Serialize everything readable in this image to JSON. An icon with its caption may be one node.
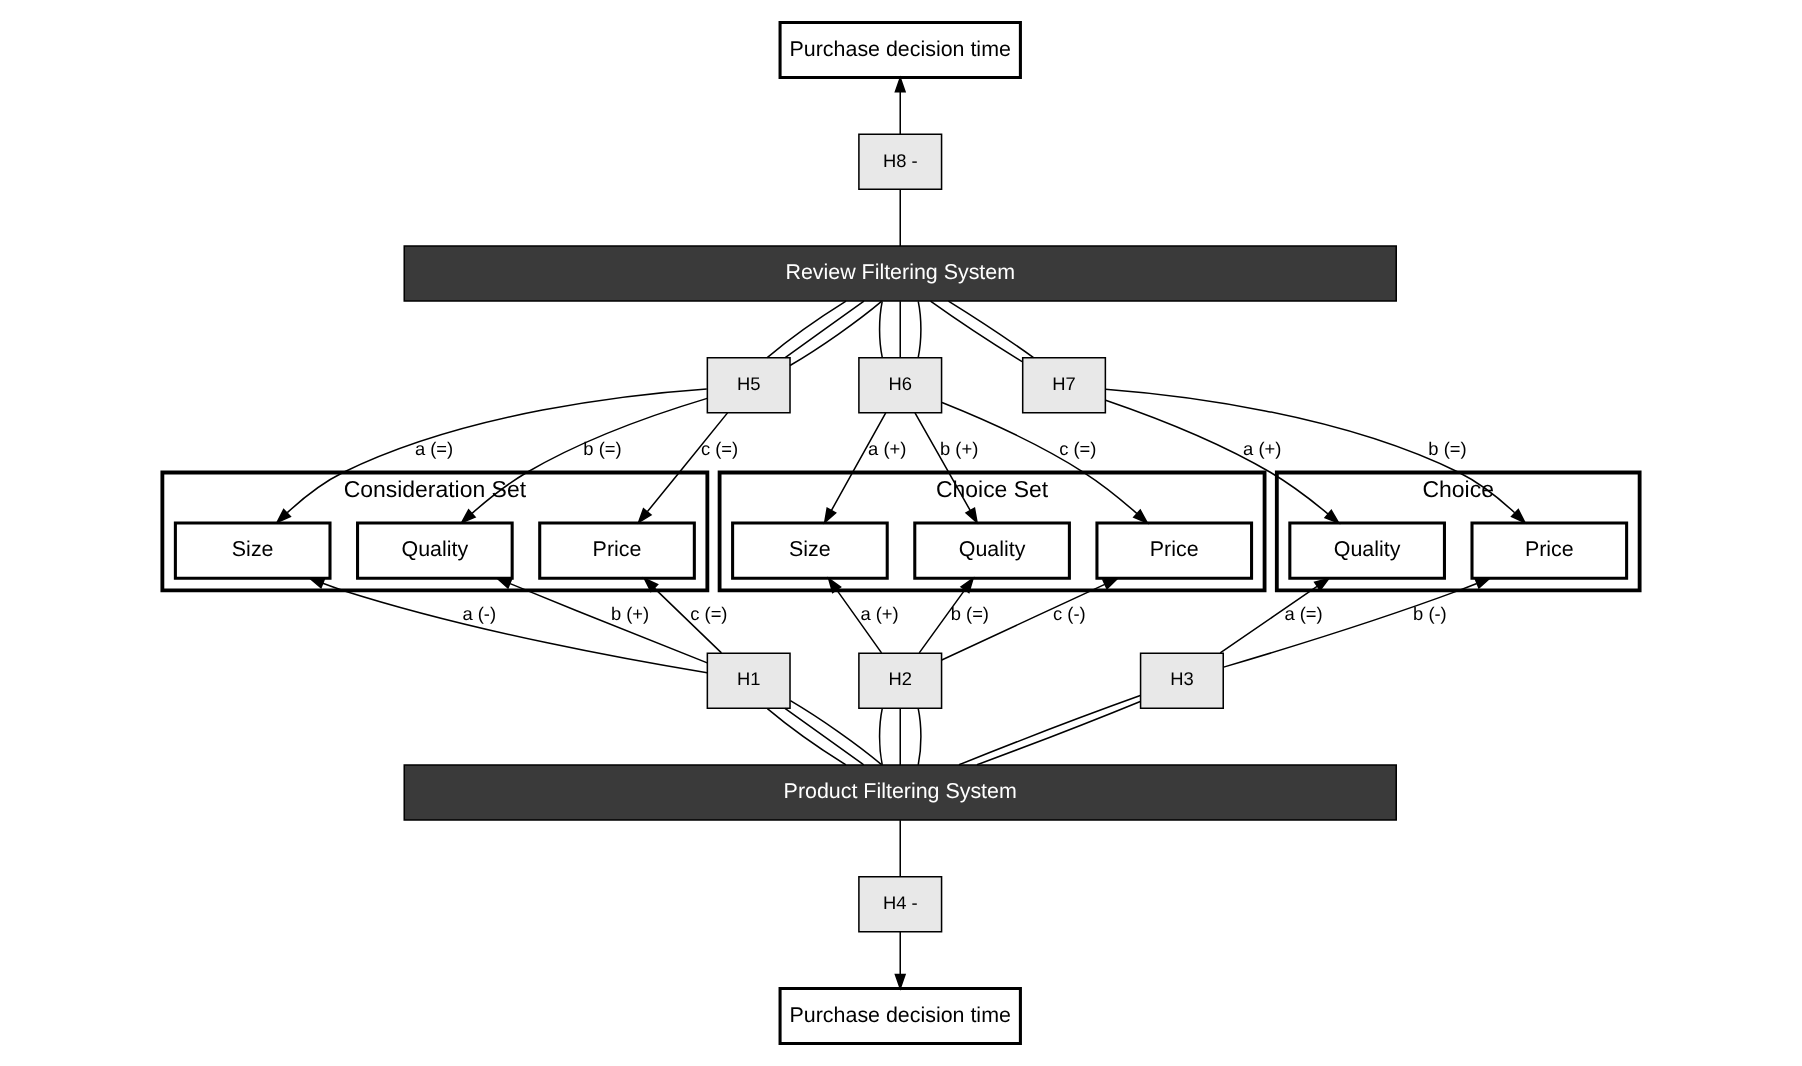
{
  "diagram": {
    "nodes": [
      {
        "text": [
          "Purchase decision time"
        ]
      },
      {
        "text": [
          "H8 -"
        ]
      },
      {
        "text": [
          "Review Filtering System"
        ]
      },
      {
        "text": [
          "H5"
        ]
      },
      {
        "text": [
          "H6"
        ]
      },
      {
        "text": [
          "H7"
        ]
      },
      {
        "text": [
          "Consideration Set"
        ]
      },
      {
        "text": [
          "Size"
        ],
        "in": 6
      },
      {
        "text": [
          "Quality"
        ],
        "in": 6
      },
      {
        "text": [
          "Price"
        ],
        "in": 6
      },
      {
        "text": [
          "Choice Set"
        ]
      },
      {
        "text": [
          "Size"
        ],
        "in": 10
      },
      {
        "text": [
          "Quality"
        ],
        "in": 10
      },
      {
        "text": [
          "Price"
        ],
        "in": 10
      },
      {
        "text": [
          "Choice"
        ]
      },
      {
        "text": [
          "Quality"
        ],
        "in": 14
      },
      {
        "text": [
          "Price"
        ],
        "in": 14
      },
      {
        "text": [
          "H1"
        ]
      },
      {
        "text": [
          "H2"
        ]
      },
      {
        "text": [
          "H3"
        ]
      },
      {
        "text": [
          "Product Filtering System"
        ]
      },
      {
        "text": [
          "H4 -"
        ]
      },
      {
        "text": [
          "Purchase decision time"
        ]
      }
    ],
    "edges": [
      {
        "from": 2,
        "to": 1,
        "arrow": "none"
      },
      {
        "from": 1,
        "to": 0,
        "arrow": "to"
      },
      {
        "from": 2,
        "to": 3,
        "arrow": "none"
      },
      {
        "from": 2,
        "to": 3,
        "arrow": "none"
      },
      {
        "from": 2,
        "to": 3,
        "arrow": "none"
      },
      {
        "from": 3,
        "to": 7,
        "arrow": "to",
        "label": "a (=)"
      },
      {
        "from": 3,
        "to": 8,
        "arrow": "to",
        "label": "b (=)"
      },
      {
        "from": 3,
        "to": 9,
        "arrow": "to",
        "label": "c (=)"
      },
      {
        "from": 2,
        "to": 4,
        "arrow": "none"
      },
      {
        "from": 2,
        "to": 4,
        "arrow": "none"
      },
      {
        "from": 2,
        "to": 4,
        "arrow": "none"
      },
      {
        "from": 4,
        "to": 11,
        "arrow": "to",
        "label": "a (+)"
      },
      {
        "from": 4,
        "to": 12,
        "arrow": "to",
        "label": "b (+)"
      },
      {
        "from": 4,
        "to": 13,
        "arrow": "to",
        "label": "c (=)"
      },
      {
        "from": 2,
        "to": 5,
        "arrow": "none"
      },
      {
        "from": 2,
        "to": 5,
        "arrow": "none"
      },
      {
        "from": 5,
        "to": 15,
        "arrow": "to",
        "label": "a (+)"
      },
      {
        "from": 5,
        "to": 16,
        "arrow": "to",
        "label": "b (=)"
      },
      {
        "from": 20,
        "to": 17,
        "arrow": "none"
      },
      {
        "from": 20,
        "to": 17,
        "arrow": "none"
      },
      {
        "from": 20,
        "to": 17,
        "arrow": "none"
      },
      {
        "from": 17,
        "to": 7,
        "arrow": "to",
        "label": "a (-)"
      },
      {
        "from": 17,
        "to": 8,
        "arrow": "to",
        "label": "b (+)"
      },
      {
        "from": 17,
        "to": 9,
        "arrow": "to",
        "label": "c (=)"
      },
      {
        "from": 20,
        "to": 18,
        "arrow": "none"
      },
      {
        "from": 20,
        "to": 18,
        "arrow": "none"
      },
      {
        "from": 20,
        "to": 18,
        "arrow": "none"
      },
      {
        "from": 18,
        "to": 11,
        "arrow": "to",
        "label": "a (+)"
      },
      {
        "from": 18,
        "to": 12,
        "arrow": "to",
        "label": "b (=)"
      },
      {
        "from": 18,
        "to": 13,
        "arrow": "to",
        "label": "c (-)"
      },
      {
        "from": 20,
        "to": 19,
        "arrow": "none"
      },
      {
        "from": 20,
        "to": 19,
        "arrow": "none"
      },
      {
        "from": 19,
        "to": 15,
        "arrow": "to",
        "label": "a (=)"
      },
      {
        "from": 19,
        "to": 16,
        "arrow": "to",
        "label": "b (-)"
      },
      {
        "from": 20,
        "to": 21,
        "arrow": "none"
      },
      {
        "from": 21,
        "to": 22,
        "arrow": "to"
      }
    ]
  }
}
